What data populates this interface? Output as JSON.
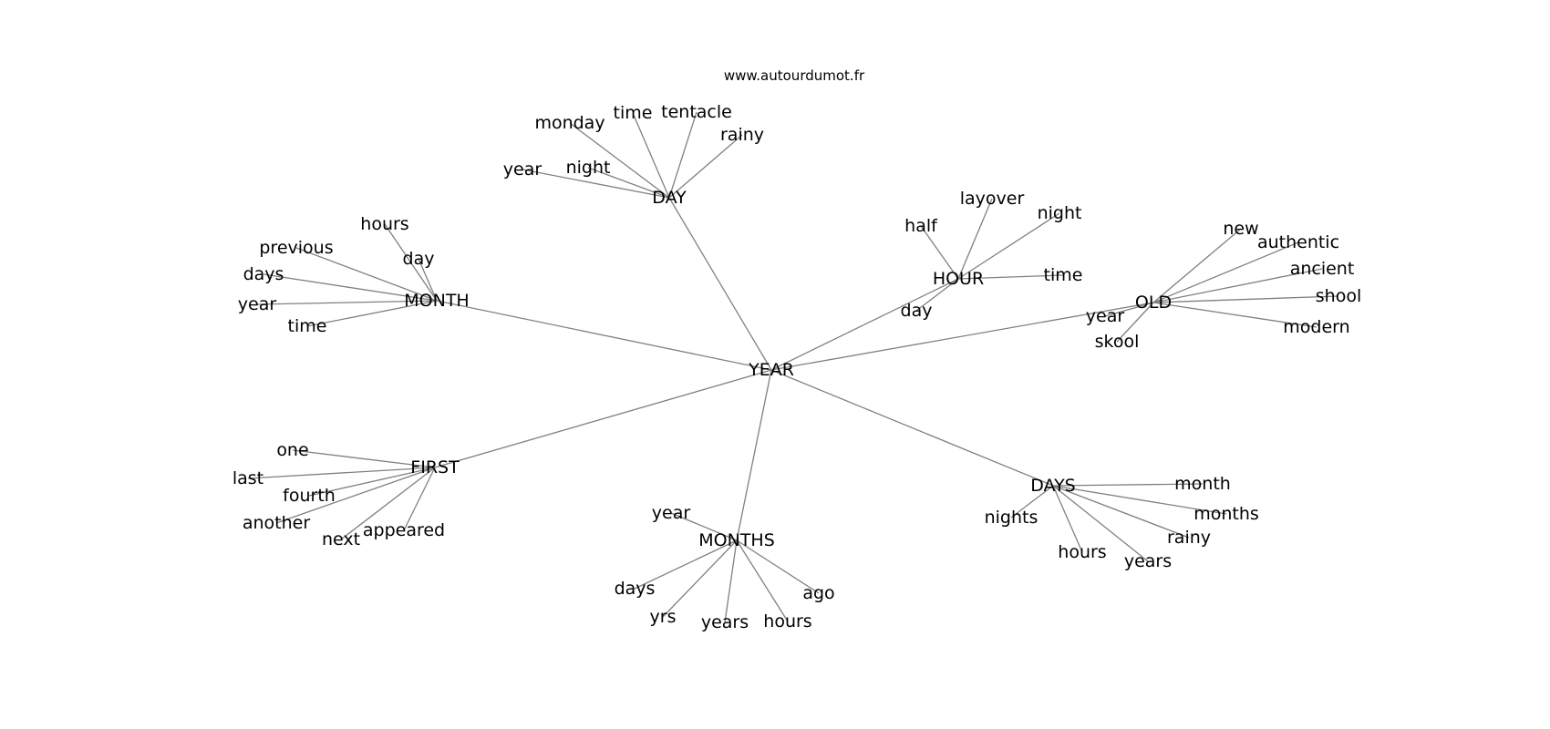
{
  "source": "www.autourdumot.fr",
  "root": "YEAR",
  "groups": [
    {
      "name": "DAY",
      "words": [
        "monday",
        "time",
        "tentacle",
        "rainy",
        "year",
        "night"
      ]
    },
    {
      "name": "MONTH",
      "words": [
        "hours",
        "previous",
        "day",
        "days",
        "year",
        "time"
      ]
    },
    {
      "name": "HOUR",
      "words": [
        "layover",
        "half",
        "night",
        "time",
        "day"
      ]
    },
    {
      "name": "OLD",
      "words": [
        "new",
        "authentic",
        "ancient",
        "shool",
        "year",
        "modern",
        "skool"
      ]
    },
    {
      "name": "FIRST",
      "words": [
        "one",
        "last",
        "fourth",
        "another",
        "next",
        "appeared"
      ]
    },
    {
      "name": "MONTHS",
      "words": [
        "year",
        "days",
        "yrs",
        "years",
        "hours",
        "ago"
      ]
    },
    {
      "name": "DAYS",
      "words": [
        "month",
        "nights",
        "months",
        "rainy",
        "hours",
        "years"
      ]
    }
  ]
}
